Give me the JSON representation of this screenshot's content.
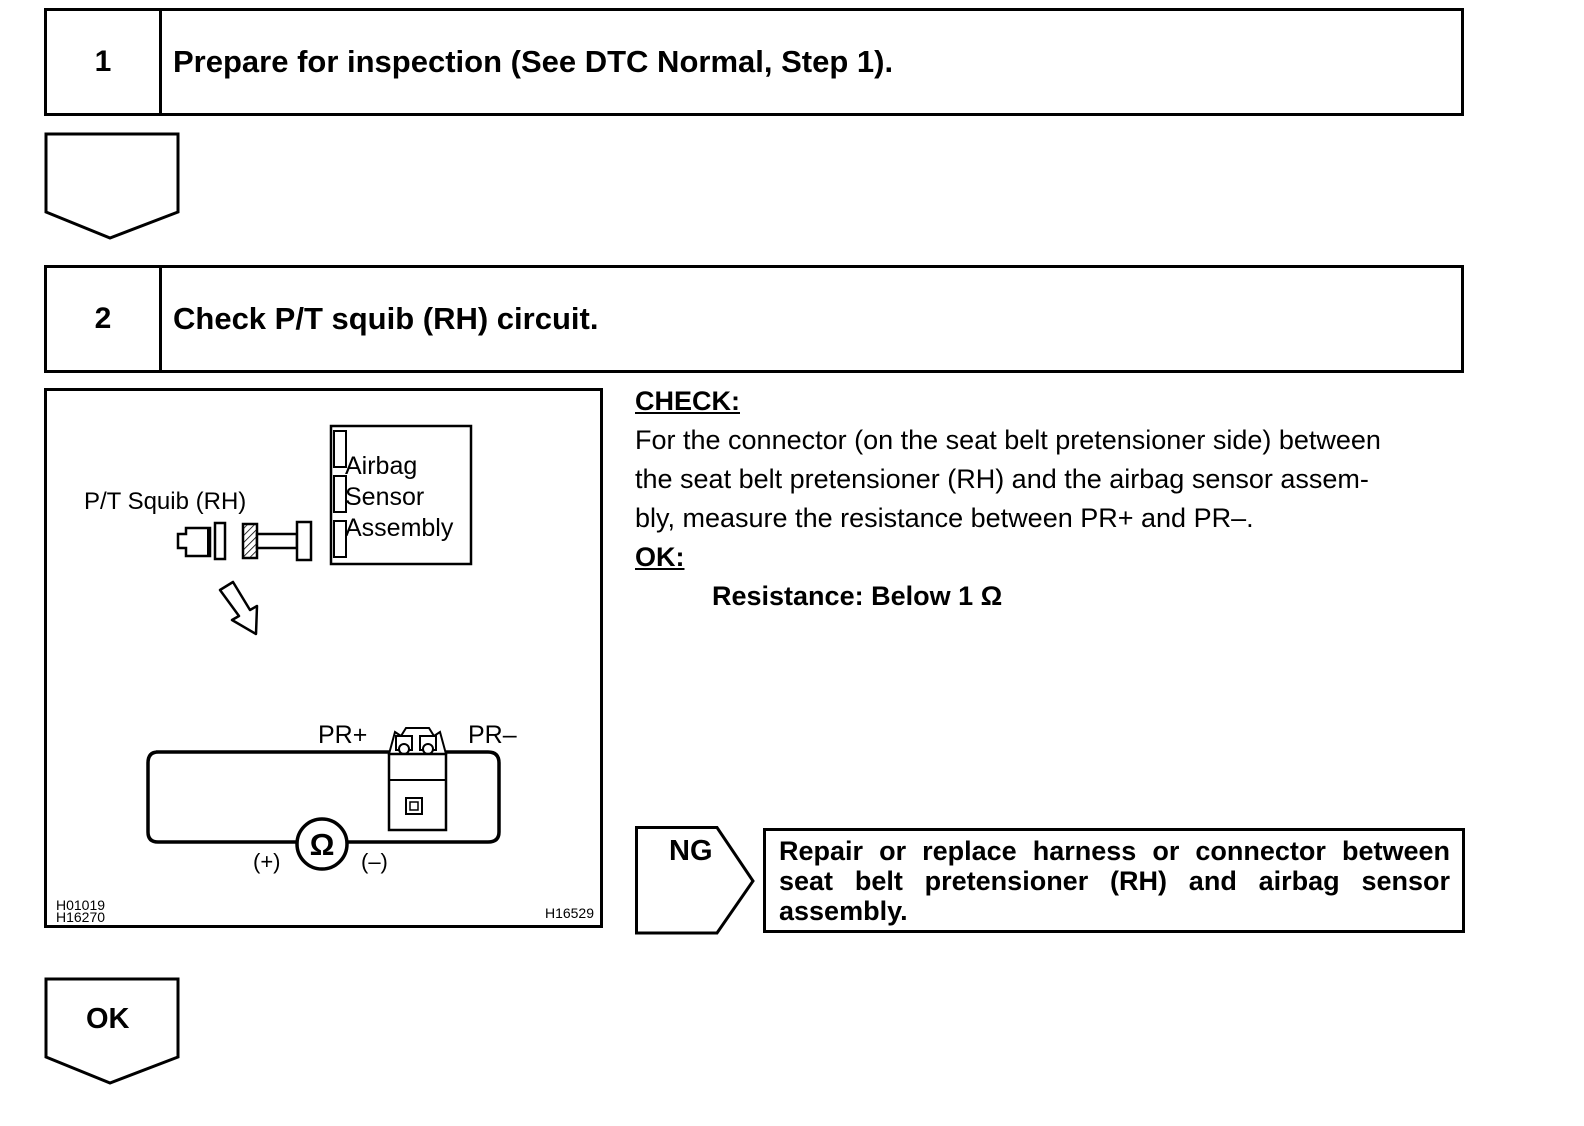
{
  "steps": [
    {
      "number": "1",
      "title": "Prepare for inspection (See DTC Normal, Step 1)."
    },
    {
      "number": "2",
      "title": "Check P/T squib (RH) circuit."
    }
  ],
  "figure": {
    "squib_label": "P/T Squib (RH)",
    "sensor_label_lines": [
      "Airbag",
      "Sensor",
      "Assembly"
    ],
    "pr_plus": "PR+",
    "pr_minus": "PR–",
    "ohm_symbol": "Ω",
    "plus_label": "(+)",
    "minus_label": "(–)",
    "code_left_1": "H01019",
    "code_left_2": "H16270",
    "code_right": "H16529"
  },
  "check": {
    "heading": "CHECK:",
    "lines": [
      "For the connector (on the seat belt pretensioner side) between",
      "the seat belt pretensioner (RH) and the airbag sensor assem-",
      "bly, measure the resistance between PR+ and PR–."
    ],
    "ok_heading": "OK:",
    "resistance": "Resistance: Below 1 Ω"
  },
  "ng": {
    "label": "NG",
    "action": "Repair or replace harness or connector between seat belt pretensioner (RH) and airbag sensor assembly."
  },
  "ok_arrow_label": "OK"
}
